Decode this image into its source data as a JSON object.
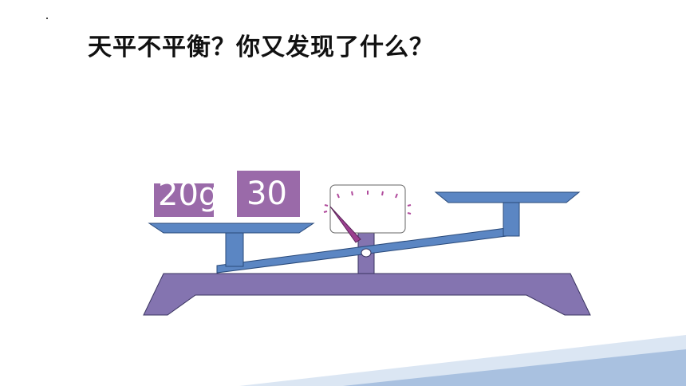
{
  "slide": {
    "title": "天平不平衡？你又发现了什么？"
  },
  "weights": {
    "left": "20g",
    "right": "30"
  },
  "colors": {
    "scale_blue": "#5b86c3",
    "base_purple": "#8474b0",
    "weight_purple": "#9a6aa9",
    "pointer": "#9b3f8f",
    "footer_blue": "#a9c1e0"
  }
}
